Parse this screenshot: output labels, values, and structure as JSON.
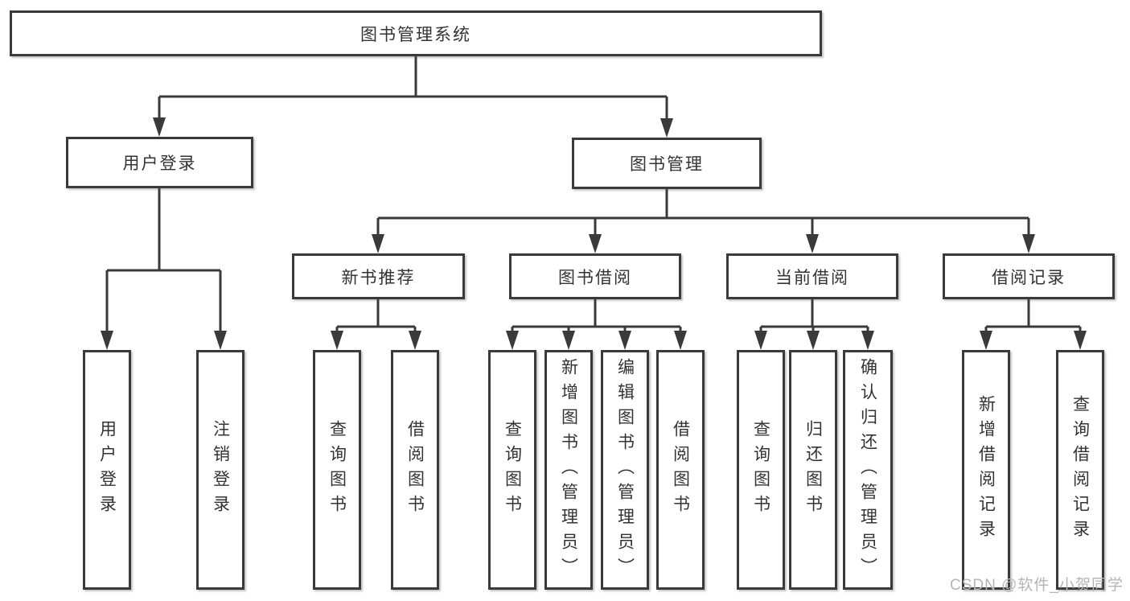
{
  "page": {
    "background": "#ffffff"
  },
  "colors": {
    "line": "#3a3a3a",
    "box_border": "#3a3a3a",
    "text": "#333333",
    "watermark": "#b5b5b5"
  },
  "tree": {
    "root": {
      "label": "图书管理系统"
    },
    "branches": [
      {
        "label": "用户登录",
        "leaves": [
          {
            "label": "用户登录"
          },
          {
            "label": "注销登录"
          }
        ]
      },
      {
        "label": "图书管理",
        "groups": [
          {
            "label": "新书推荐",
            "leaves": [
              {
                "label": "查询图书"
              },
              {
                "label": "借阅图书"
              }
            ]
          },
          {
            "label": "图书借阅",
            "leaves": [
              {
                "label": "查询图书"
              },
              {
                "label": "新增图书（管理员）"
              },
              {
                "label": "编辑图书（管理员）"
              },
              {
                "label": "借阅图书"
              }
            ]
          },
          {
            "label": "当前借阅",
            "leaves": [
              {
                "label": "查询图书"
              },
              {
                "label": "归还图书"
              },
              {
                "label": "确认归还（管理员）"
              }
            ]
          },
          {
            "label": "借阅记录",
            "leaves": [
              {
                "label": "新增借阅记录"
              },
              {
                "label": "查询借阅记录"
              }
            ]
          }
        ]
      }
    ]
  },
  "watermark": {
    "text": "CSDN @软件_小贺同学"
  }
}
